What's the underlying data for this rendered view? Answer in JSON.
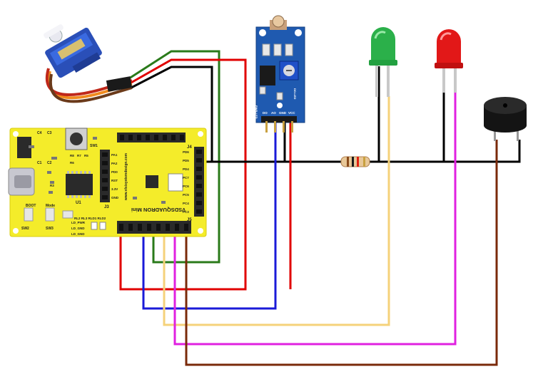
{
  "board": {
    "name": "VSDSQUADRON Mini",
    "header_label": "J4",
    "left_header_label": "J3",
    "bottom_header_label": "J5",
    "button_label": "SW1",
    "switch_labels": [
      "SW2",
      "SW3"
    ],
    "chip_label": "U1",
    "caps": [
      "C4",
      "C3",
      "C1",
      "C2"
    ],
    "mode_labels": [
      "BOOT",
      "Mode"
    ],
    "led_labels": [
      "LD_PWR",
      "LD_GND",
      "LD_GND"
    ],
    "resistor_labels": [
      "R8",
      "R7",
      "R5",
      "R6",
      "R3"
    ],
    "website": "www.vlsisystemdesign.com",
    "pin_labels_right": [
      "PD6",
      "PD5",
      "PD4",
      "PC7",
      "PC6",
      "PC5",
      "PC4",
      "PC3"
    ],
    "pin_labels_left": [
      "PA1",
      "PA2",
      "PD0",
      "RST",
      "3.3V",
      "GND"
    ],
    "footer_text": "RL2 RL3 RLD1 RLD2"
  },
  "sensor": {
    "name": "LDR module",
    "pin_labels": [
      "DO",
      "AO",
      "GND",
      "VCC"
    ],
    "leds": [
      "LED1",
      "LED2"
    ],
    "side_labels": [
      "PWR-LED",
      "DO-LED"
    ]
  },
  "components": {
    "servo": "SG90 servo",
    "green_led": "green-led",
    "red_led": "red-led",
    "buzzer": "buzzer",
    "resistor": "resistor"
  },
  "wire_colors": {
    "black": "#000000",
    "red": "#e00000",
    "green": "#2a7a1a",
    "blue": "#1a1ad8",
    "yellow": "#f5d27a",
    "magenta": "#e020e0",
    "brown": "#7a2a0a"
  }
}
